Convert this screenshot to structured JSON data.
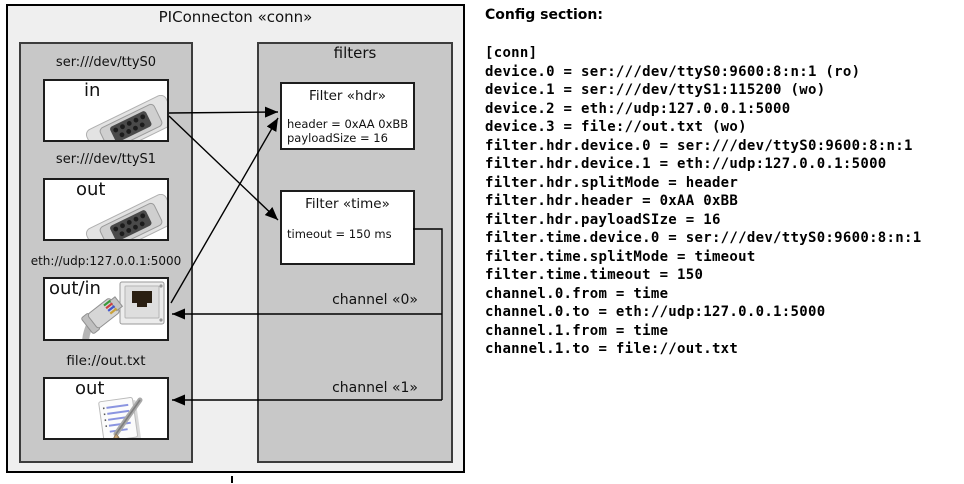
{
  "colors": {
    "outer_fill": "#efefef",
    "panel_fill": "#c8c8c8",
    "box_fill": "#ffffff",
    "line_color": "#000000",
    "text_color": "#000000"
  },
  "diagram": {
    "title": "PIConnecton «conn»",
    "filters_panel_title": "filters",
    "devices": [
      {
        "uri": "ser:///dev/ttyS0",
        "direction": "in",
        "icon": "serial-connector-icon"
      },
      {
        "uri": "ser:///dev/ttyS1",
        "direction": "out",
        "icon": "serial-connector-icon"
      },
      {
        "uri": "eth://udp:127.0.0.1:5000",
        "direction": "out/in",
        "icon": "ethernet-connector-icon"
      },
      {
        "uri": "file://out.txt",
        "direction": "out",
        "icon": "notepad-icon"
      }
    ],
    "filters": [
      {
        "title": "Filter «hdr»",
        "attributes": [
          "header = 0xAA 0xBB",
          "payloadSize = 16"
        ]
      },
      {
        "title": "Filter «time»",
        "attributes": [
          "timeout = 150 ms"
        ]
      }
    ],
    "channels": [
      {
        "label": "channel «0»"
      },
      {
        "label": "channel «1»"
      }
    ]
  },
  "config": {
    "heading": "Config section:",
    "lines": [
      "[conn]",
      "device.0 = ser:///dev/ttyS0:9600:8:n:1 (ro)",
      "device.1 = ser:///dev/ttyS1:115200 (wo)",
      "device.2 = eth://udp:127.0.0.1:5000",
      "device.3 = file://out.txt (wo)",
      "filter.hdr.device.0 = ser:///dev/ttyS0:9600:8:n:1",
      "filter.hdr.device.1 = eth://udp:127.0.0.1:5000",
      "filter.hdr.splitMode = header",
      "filter.hdr.header = 0xAA 0xBB",
      "filter.hdr.payloadSIze = 16",
      "filter.time.device.0 = ser:///dev/ttyS0:9600:8:n:1",
      "filter.time.splitMode = timeout",
      "filter.time.timeout = 150",
      "channel.0.from = time",
      "channel.0.to = eth://udp:127.0.0.1:5000",
      "channel.1.from = time",
      "channel.1.to = file://out.txt"
    ]
  }
}
